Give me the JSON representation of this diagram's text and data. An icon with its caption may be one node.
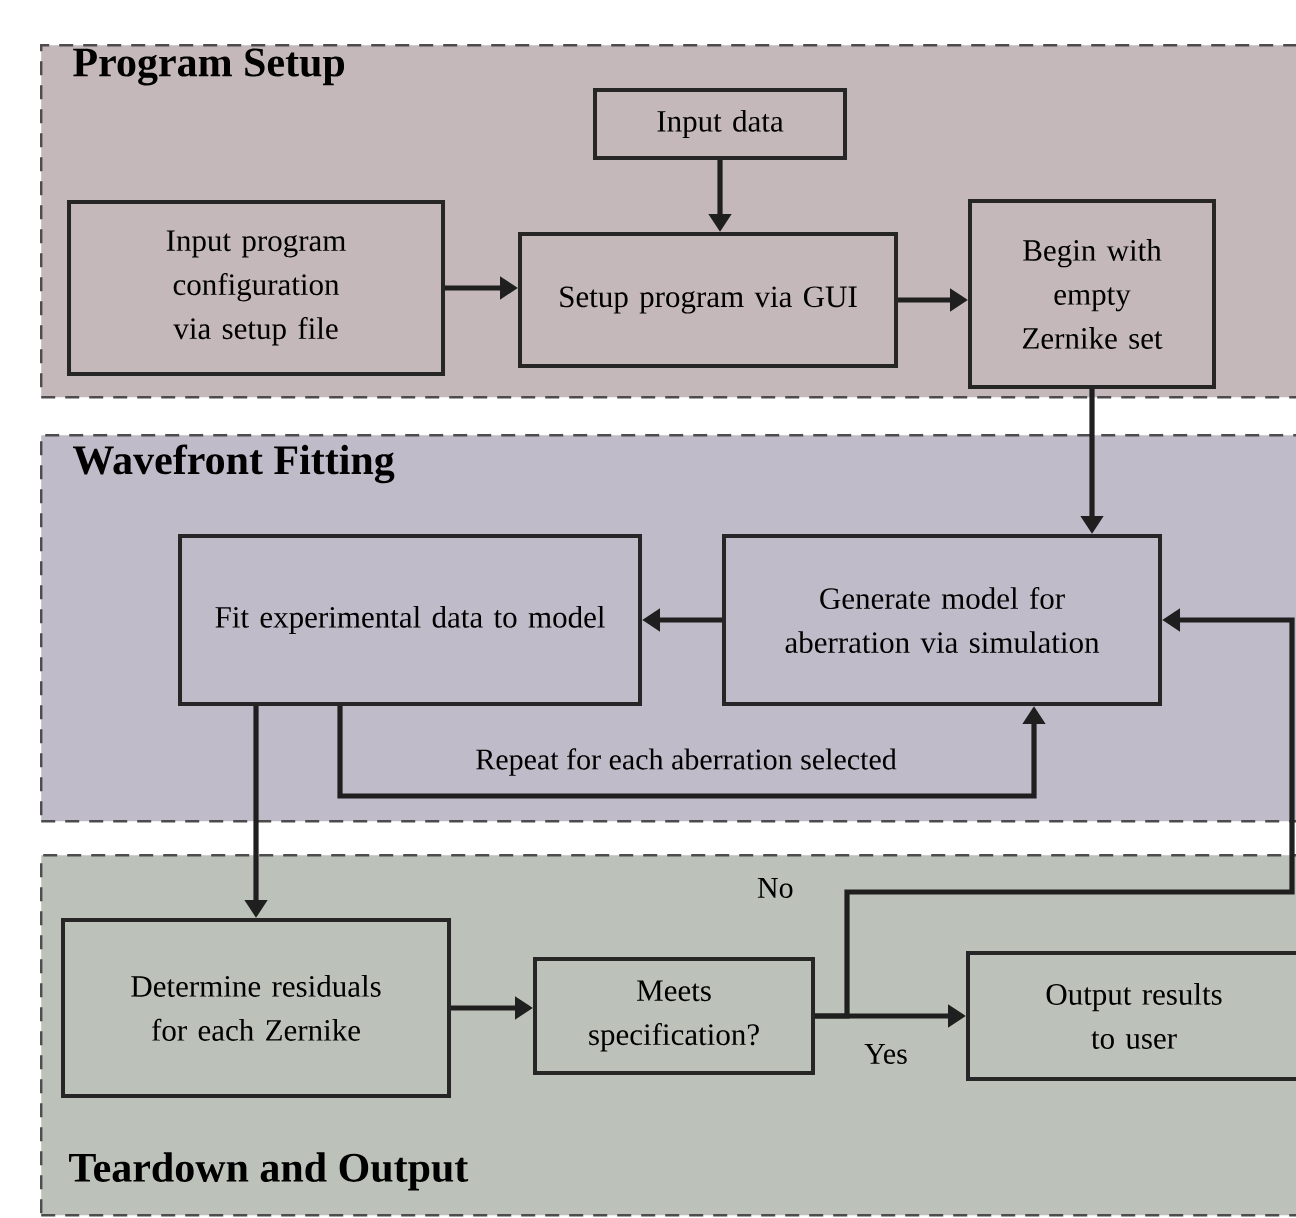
{
  "diagram": {
    "nodes": [
      {
        "text": [
          "Program Setup"
        ]
      },
      {
        "text": [
          "Input data"
        ],
        "in": 0
      },
      {
        "text": [
          "Input program configuration via setup file"
        ],
        "in": 0
      },
      {
        "text": [
          "Setup program via GUI"
        ],
        "in": 0
      },
      {
        "text": [
          "Begin with empty Zernike set"
        ],
        "in": 0
      },
      {
        "text": [
          "Wavefront Fitting"
        ]
      },
      {
        "text": [
          "Fit experimental data to model"
        ],
        "in": 5
      },
      {
        "text": [
          "Generate model for aberration via simulation"
        ],
        "in": 5
      },
      {
        "text": [
          "Teardown and Output"
        ]
      },
      {
        "text": [
          "Determine residuals for each Zernike"
        ],
        "in": 8
      },
      {
        "text": [
          "Meets specification?"
        ],
        "in": 8
      },
      {
        "text": [
          "Output results to user"
        ],
        "in": 8
      }
    ],
    "edges": [
      {
        "from": 1,
        "to": 3,
        "arrow": "to"
      },
      {
        "from": 2,
        "to": 3,
        "arrow": "to"
      },
      {
        "from": 3,
        "to": 4,
        "arrow": "to"
      },
      {
        "from": 4,
        "to": 7,
        "arrow": "to"
      },
      {
        "from": 7,
        "to": 6,
        "arrow": "to"
      },
      {
        "from": 6,
        "to": 7,
        "arrow": "to",
        "label": "Repeat for each aberration selected"
      },
      {
        "from": 6,
        "to": 9,
        "arrow": "to"
      },
      {
        "from": 9,
        "to": 10,
        "arrow": "to"
      },
      {
        "from": 10,
        "to": 11,
        "arrow": "to",
        "label": "Yes"
      },
      {
        "from": 10,
        "to": 7,
        "arrow": "to",
        "label": "No"
      }
    ]
  }
}
